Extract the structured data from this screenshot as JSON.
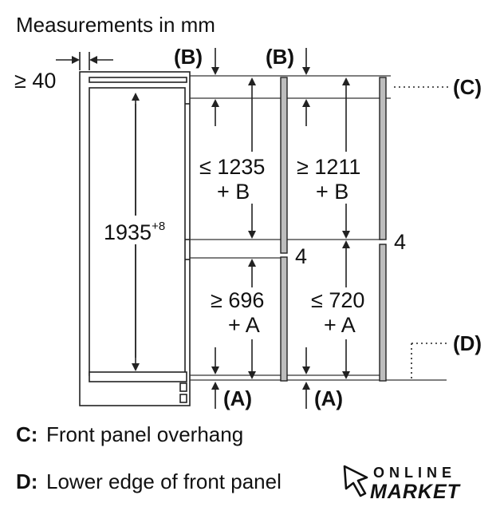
{
  "title": "Measurements in mm",
  "labels": {
    "min_40": "≥ 40",
    "B_left": "(B)",
    "B_right": "(B)",
    "C": "(C)",
    "D": "(D)",
    "A_left": "(A)",
    "A_right": "(A)",
    "height_main": "1935",
    "height_sup": "+8",
    "upper_left_1": "≤ 1235",
    "upper_left_2": "+ B",
    "upper_right_1": "≥ 1211",
    "upper_right_2": "+ B",
    "lower_left_1": "≥ 696",
    "lower_left_2": "+ A",
    "lower_right_1": "≤ 720",
    "lower_right_2": "+ A",
    "gap_left": "4",
    "gap_right": "4"
  },
  "legend": [
    {
      "key": "C:",
      "text": "Front panel overhang"
    },
    {
      "key": "D:",
      "text": "Lower edge of front panel"
    }
  ],
  "logo": {
    "line1": "ONLINE",
    "line2": "MARKET"
  }
}
